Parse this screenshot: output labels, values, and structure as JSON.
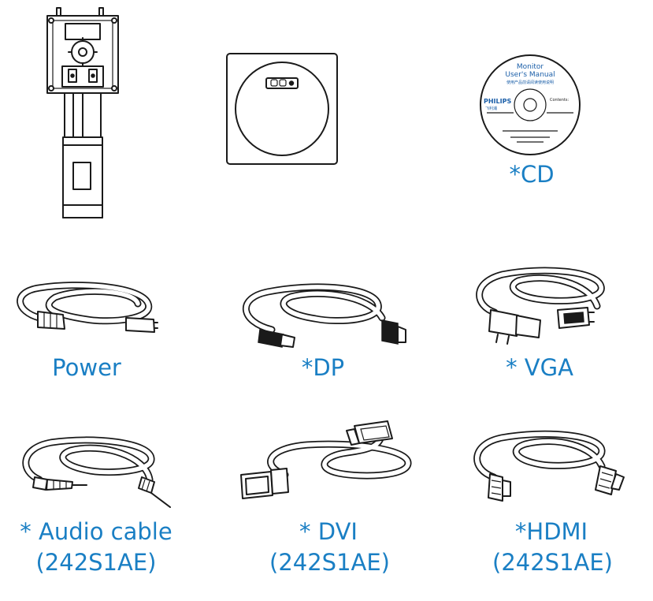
{
  "items": [
    {
      "id": "stand",
      "label": ""
    },
    {
      "id": "base",
      "label": ""
    },
    {
      "id": "cd",
      "label": "*CD",
      "disc_title_line1": "Monitor",
      "disc_title_line2": "User's Manual",
      "disc_subtitle": "使用产品前请阅读使用说明",
      "disc_brand": "PHILIPS",
      "disc_brand_sub": "飞利浦",
      "disc_contents": "Contents:"
    },
    {
      "id": "power",
      "label": "Power"
    },
    {
      "id": "dp",
      "label": "*DP"
    },
    {
      "id": "vga",
      "label": "* VGA"
    },
    {
      "id": "audio",
      "label": "* Audio cable",
      "label_line2": "(242S1AE)"
    },
    {
      "id": "dvi",
      "label": "* DVI",
      "label_line2": "(242S1AE)"
    },
    {
      "id": "hdmi",
      "label": "*HDMI",
      "label_line2": "(242S1AE)"
    }
  ],
  "colors": {
    "label": "#1a7fc4",
    "line": "#1a1a1a",
    "brand": "#1a5ea8"
  }
}
